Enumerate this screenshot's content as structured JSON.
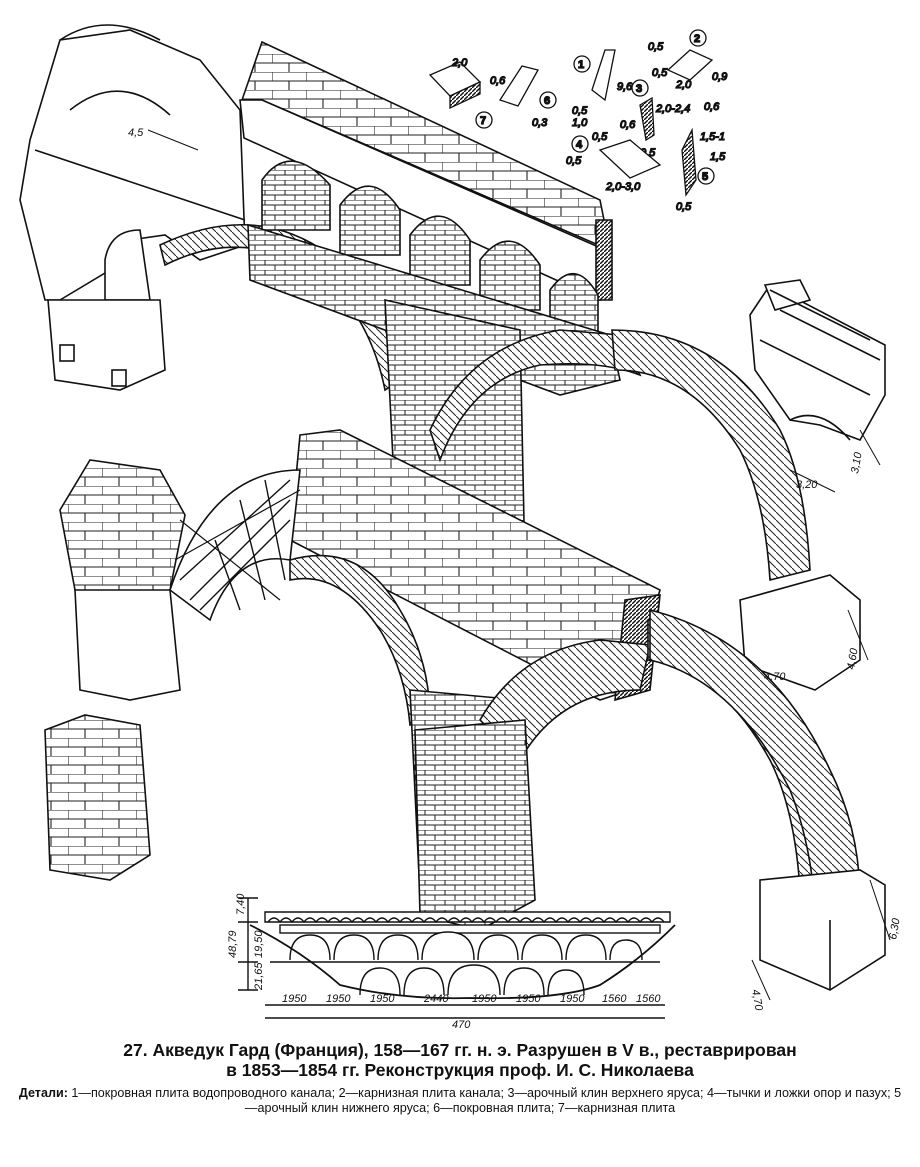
{
  "figure": {
    "number": "27.",
    "title_line1": "Акведук Гард (Франция), 158—167 гг. н. э. Разрушен в V в., реставрирован",
    "title_line2": "в 1853—1854 гг. Реконструкция проф. И. С. Николаева",
    "details_intro": "Детали:",
    "details_text": "1—покровная плита водопроводного канала; 2—карнизная плита канала; 3—арочный клин верхнего яруса; 4—тычки и ложки опор и пазух; 5—арочный клин нижнего яруса; 6—покровная плита; 7—карнизная плита"
  },
  "detail_markers": [
    "1",
    "2",
    "3",
    "4",
    "5",
    "6",
    "7"
  ],
  "dimensions": {
    "upper_width": "4,5",
    "d1_a": "9,64",
    "d1_b": "0,5",
    "d1_c": "1,0",
    "d2_a": "0,5",
    "d2_b": "2,0",
    "d2_c": "0,9",
    "d2_d": "0,5",
    "d3_a": "0,6",
    "d3_b": "2,0-2,4",
    "d3_c": "0,5",
    "d4_a": "0,5",
    "d4_b": "2,0-3,0",
    "d4_c": "0,5",
    "d5_a": "0,6",
    "d5_b": "1,5-1",
    "d5_c": "1,5",
    "d5_d": "0,5",
    "d6_a": "0,3",
    "d7_a": "2,0",
    "d7_b": "0,6",
    "block_w": "3,20",
    "block_h": "3,10",
    "mid_w": "4,70",
    "mid_h": "4,60",
    "low_w": "4,70",
    "low_h": "6,30"
  },
  "elevation": {
    "left_dims": [
      "7,40",
      "19,50",
      "48,79",
      "21,65"
    ],
    "spans": [
      "1950",
      "1950",
      "1950",
      "2440",
      "1950",
      "1950",
      "1950",
      "1560",
      "1560"
    ],
    "total": "470"
  }
}
